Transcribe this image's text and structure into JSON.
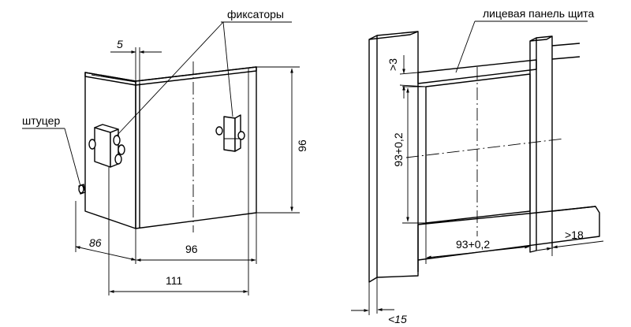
{
  "labels": {
    "fixators": "фиксаторы",
    "fitting": "штуцер",
    "front_panel": "лицевая панель щита"
  },
  "dimensions": {
    "gap_5": "5",
    "height_96": "96",
    "depth_86": "86",
    "width_96": "96",
    "total_111": "111",
    "min_3": ">3",
    "cutout_height": "93+0,2",
    "cutout_width": "93+0,2",
    "min_18": ">18",
    "max_15": "<15"
  }
}
